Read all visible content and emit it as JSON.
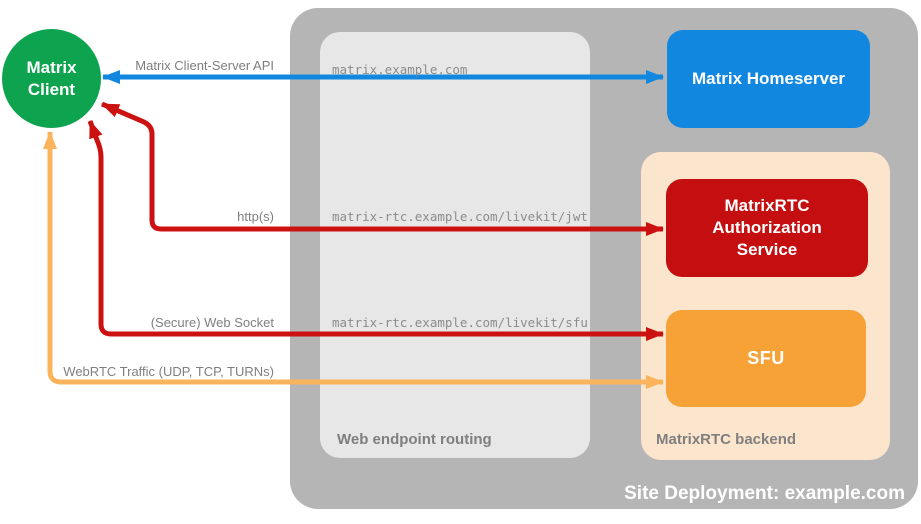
{
  "nodes": {
    "client": {
      "label": "Matrix Client"
    },
    "homeserver": {
      "label": "Matrix Homeserver"
    },
    "auth_service": {
      "label": "MatrixRTC Authorization Service"
    },
    "sfu": {
      "label": "SFU"
    }
  },
  "containers": {
    "site": {
      "caption": "Site Deployment: example.com"
    },
    "routing": {
      "caption": "Web endpoint routing"
    },
    "backend": {
      "caption": "MatrixRTC backend"
    }
  },
  "edges": {
    "api": {
      "label": "Matrix Client-Server API",
      "endpoint": "matrix.example.com"
    },
    "http": {
      "label": "http(s)",
      "endpoint": "matrix-rtc.example.com/livekit/jwt"
    },
    "websocket": {
      "label": "(Secure) Web Socket",
      "endpoint": "matrix-rtc.example.com/livekit/sfu"
    },
    "webrtc": {
      "label": "WebRTC Traffic (UDP, TCP, TURNs)"
    }
  },
  "colors": {
    "green": "#0ea34e",
    "blue": "#1287e0",
    "red": "#c40e10",
    "red_arrow": "#cc1111",
    "orange": "#f7a237",
    "orange_arrow": "#fbb35c",
    "peach": "#fce5cd",
    "gray_container": "#b5b5b5",
    "gray_box": "#e7e7e7",
    "label_gray": "#7f7f7f",
    "mono_gray": "#8c8c8c"
  }
}
